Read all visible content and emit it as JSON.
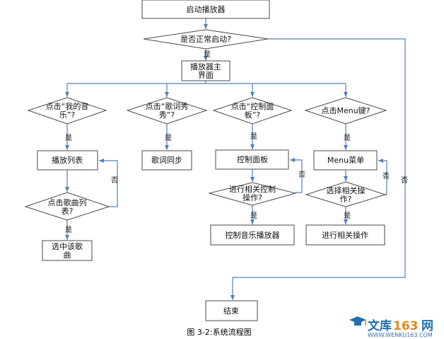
{
  "nodes": {
    "start": "启动播放器",
    "normal": "是否正常启动?",
    "main1": "播放器主",
    "main2": "界面",
    "q_music1": "点击“我的音",
    "q_music2": "乐”?",
    "q_lyric1": "点击“歌词秀",
    "q_lyric2": "秀”?",
    "q_panel1": "点击“控制面",
    "q_panel2": "板”?",
    "q_menu": "点击Menu键?",
    "playlist": "播放列表",
    "lyric_sync": "歌词同步",
    "panel": "控制面板",
    "menu": "Menu菜单",
    "q_song1": "点击歌曲列",
    "q_song2": "表?",
    "q_ctrl1": "进行相关控制",
    "q_ctrl2": "操作?",
    "q_op1": "选择相关操",
    "q_op2": "作?",
    "select1": "选中该歌",
    "select2": "曲",
    "ctrl_player": "控制音乐播放器",
    "do_op": "进行相关操作",
    "end": "结束"
  },
  "labels": {
    "yes": "是",
    "no": "否"
  },
  "caption": "图 3-2:系统流程图",
  "watermark": {
    "brand": "文库",
    "number": "163",
    "suffix": "网",
    "url": "WWW.WENKU163.COM"
  },
  "colors": {
    "connector": "#4f81bd",
    "border": "#4a4a4a",
    "watermark_blue": "#1f6fb0",
    "watermark_orange": "#e8861c"
  }
}
